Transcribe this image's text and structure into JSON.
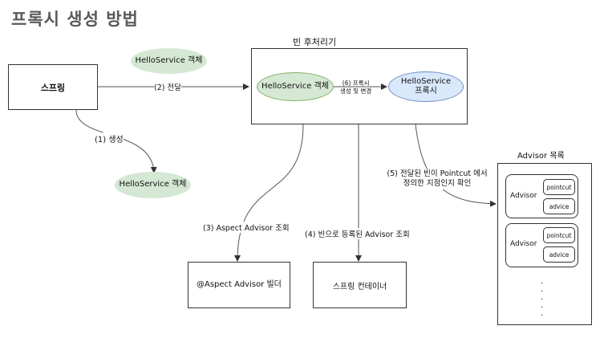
{
  "title": "프록시 생성 방법",
  "nodes": {
    "spring": "스프링",
    "hello_object_top": "HelloService 객체",
    "hello_object_bottom": "HelloService 객체",
    "bean_postprocessor_title": "빈 후처리기",
    "hello_object_inner": "HelloService 객체",
    "proxy_line1": "HelloService",
    "proxy_line2": "프록시",
    "aspect_builder": "@Aspect Advisor 빌더",
    "spring_container": "스프링 컨테이너",
    "advisor_list_title": "Advisor 목록"
  },
  "edges": {
    "e1": "(1) 생성",
    "e2": "(2) 전달",
    "e3": "(3) Aspect Advisor 조회",
    "e4": "(4) 빈으로 등록된 Advisor 조회",
    "e5": "(5) 전달된 빈이 Pointcut 에서 정의한 지점인지 확인",
    "e6_line1": "(6) 프록시",
    "e6_line2": "생성 및 변경"
  },
  "advisors": [
    {
      "label": "Advisor",
      "pointcut": "pointcut",
      "advice": "advice"
    },
    {
      "label": "Advisor",
      "pointcut": "pointcut",
      "advice": "advice"
    }
  ],
  "more_dots": ".",
  "colors": {
    "green_fill": "#d5e8d4",
    "green_stroke": "#82b366",
    "blue_fill": "#dae8fc",
    "blue_stroke": "#6c8ebf",
    "line": "#555555"
  }
}
